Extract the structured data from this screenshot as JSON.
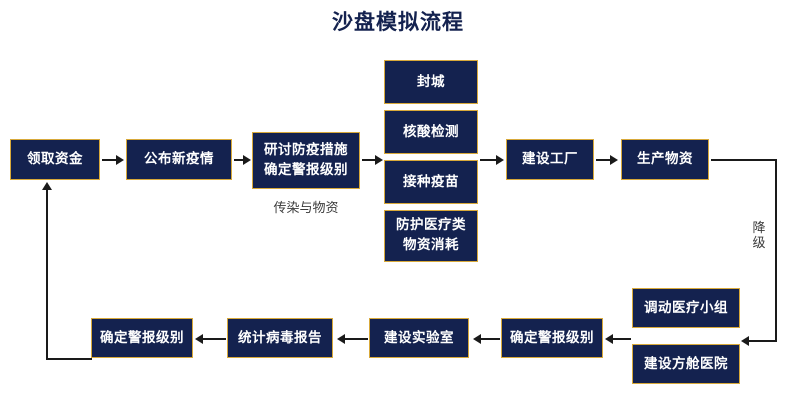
{
  "title": "沙盘模拟流程",
  "colors": {
    "node_fill": "#14224f",
    "node_border": "#d8a93a",
    "node_text": "#ffffff",
    "title": "#14224f",
    "connector": "#1a1a1a",
    "plain_text": "#3a3a3a",
    "background": "#ffffff"
  },
  "nodes": {
    "receive_funds": "领取资金",
    "announce_epidemic": "公布新疫情",
    "discuss_measures": "研讨防疫措施\n确定警报级别",
    "lockdown": "封城",
    "nucleic_test": "核酸检测",
    "vaccinate": "接种疫苗",
    "protective_supplies": "防护医疗类\n物资消耗",
    "build_factory": "建设工厂",
    "produce_supplies": "生产物资",
    "mobilize_medical_team": "调动医疗小组",
    "build_mobile_hospital": "建设方舱医院",
    "confirm_alert_level_right": "确定警报级别",
    "build_lab": "建设实验室",
    "virus_report": "统计病毒报告",
    "confirm_alert_level_left": "确定警报级别"
  },
  "labels": {
    "infection_and_supplies": "传染与物资",
    "downgrade": "降\n级"
  }
}
